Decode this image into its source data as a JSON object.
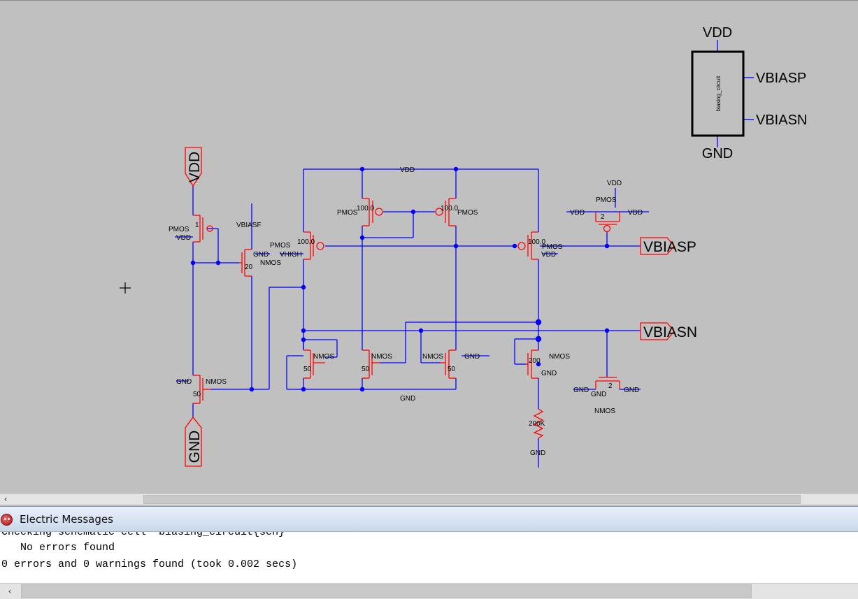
{
  "schematic": {
    "cell_name": "biasing_circuit",
    "icon": {
      "pin_top": "VDD",
      "pin_bottom": "GND",
      "pin_right_1": "VBIASP",
      "pin_right_2": "VBIASN"
    },
    "ports": {
      "vdd": "VDD",
      "gnd": "GND",
      "vbiasp": "VBIASP",
      "vbiasn": "VBIASN"
    },
    "net_labels": {
      "vdd_top_rail": "VDD",
      "gnd_bottom_rail": "GND",
      "vbiasf": "VBIASF",
      "vhigh": "VHIGH",
      "vdd_cap": "VDD",
      "vdd_cap_left": "VDD",
      "vdd_cap_right": "VDD",
      "gnd_cap_left": "GND",
      "gnd_cap_right": "GND",
      "gnd_cap_mid": "GND",
      "gnd_res": "GND",
      "gnd_nmos_right": "GND",
      "gnd_start_nmos": "GND",
      "gnd_n200": "GND",
      "vdd_p1": "VDD",
      "gnd_n20": "GND",
      "vdd_p100_right": "VDD"
    },
    "devices": [
      {
        "type": "PMOS",
        "size": "1"
      },
      {
        "type": "NMOS",
        "size": "20"
      },
      {
        "type": "NMOS",
        "size": "50"
      },
      {
        "type": "PMOS",
        "size": "100.0"
      },
      {
        "type": "PMOS",
        "size": "100.0"
      },
      {
        "type": "PMOS",
        "size": "100.0"
      },
      {
        "type": "PMOS",
        "size": "100.0"
      },
      {
        "type": "NMOS",
        "size": "50"
      },
      {
        "type": "NMOS",
        "size": "50"
      },
      {
        "type": "NMOS",
        "size": "50"
      },
      {
        "type": "NMOS",
        "size": "200"
      },
      {
        "type": "PMOS",
        "size": "2"
      },
      {
        "type": "NMOS",
        "size": "2"
      }
    ],
    "resistor": {
      "value": "200K"
    }
  },
  "messages": {
    "title": "Electric Messages",
    "lines": [
      "Checking schematic cell 'biasing_circuit{sch}'",
      "   No errors found",
      "0 errors and 0 warnings found (took 0.002 secs)"
    ]
  },
  "colors": {
    "wire": "#0000ff",
    "device": "#ff0000",
    "background": "#c0c0c0"
  }
}
